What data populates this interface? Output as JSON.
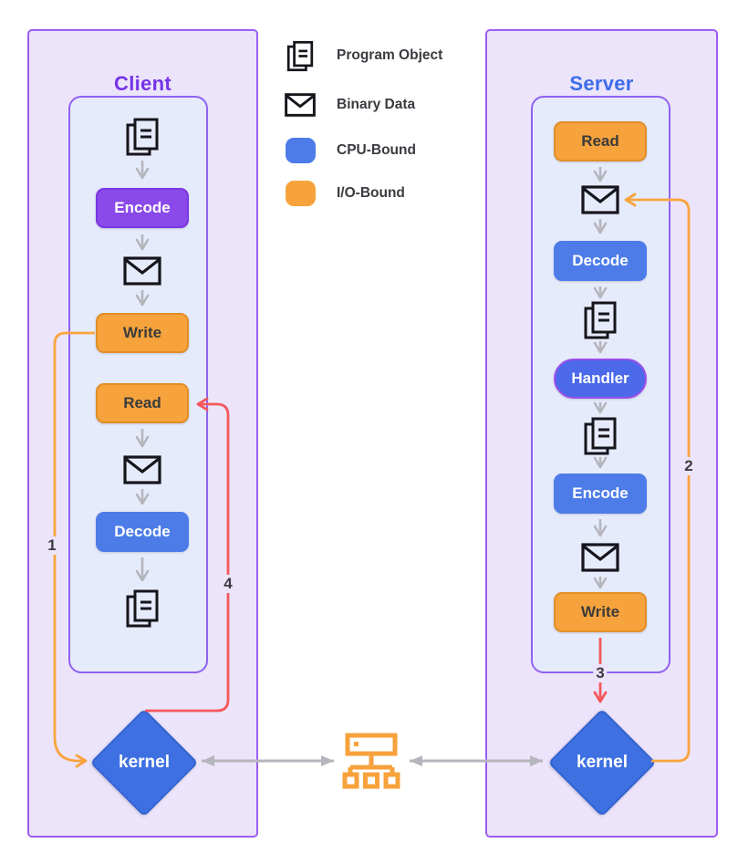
{
  "client": {
    "title": "Client",
    "steps": {
      "encode": "Encode",
      "write": "Write",
      "read": "Read",
      "decode": "Decode"
    },
    "kernel_label": "kernel",
    "seq_send": "1",
    "seq_receive": "4"
  },
  "server": {
    "title": "Server",
    "steps": {
      "read": "Read",
      "decode": "Decode",
      "handler": "Handler",
      "encode": "Encode",
      "write": "Write"
    },
    "kernel_label": "kernel",
    "seq_receive": "2",
    "seq_send": "3"
  },
  "legend": {
    "items": [
      {
        "icon": "program-object-icon",
        "label": "Program Object"
      },
      {
        "icon": "binary-data-icon",
        "label": "Binary Data"
      },
      {
        "icon": "cpu-bound-swatch",
        "label": "CPU-Bound"
      },
      {
        "icon": "io-bound-swatch",
        "label": "I/O-Bound"
      }
    ]
  },
  "colors": {
    "cpu_bound": "#4d7ce9",
    "io_bound": "#f6a33d",
    "client_accent": "#7634e8",
    "server_accent": "#3d6ce9",
    "purple_step": "#8a49e9",
    "kernel_fill": "#3e70e2",
    "send_line": "#f8a43e",
    "receive_line": "#f4585c",
    "flow_arrow": "#b5b5bc"
  }
}
